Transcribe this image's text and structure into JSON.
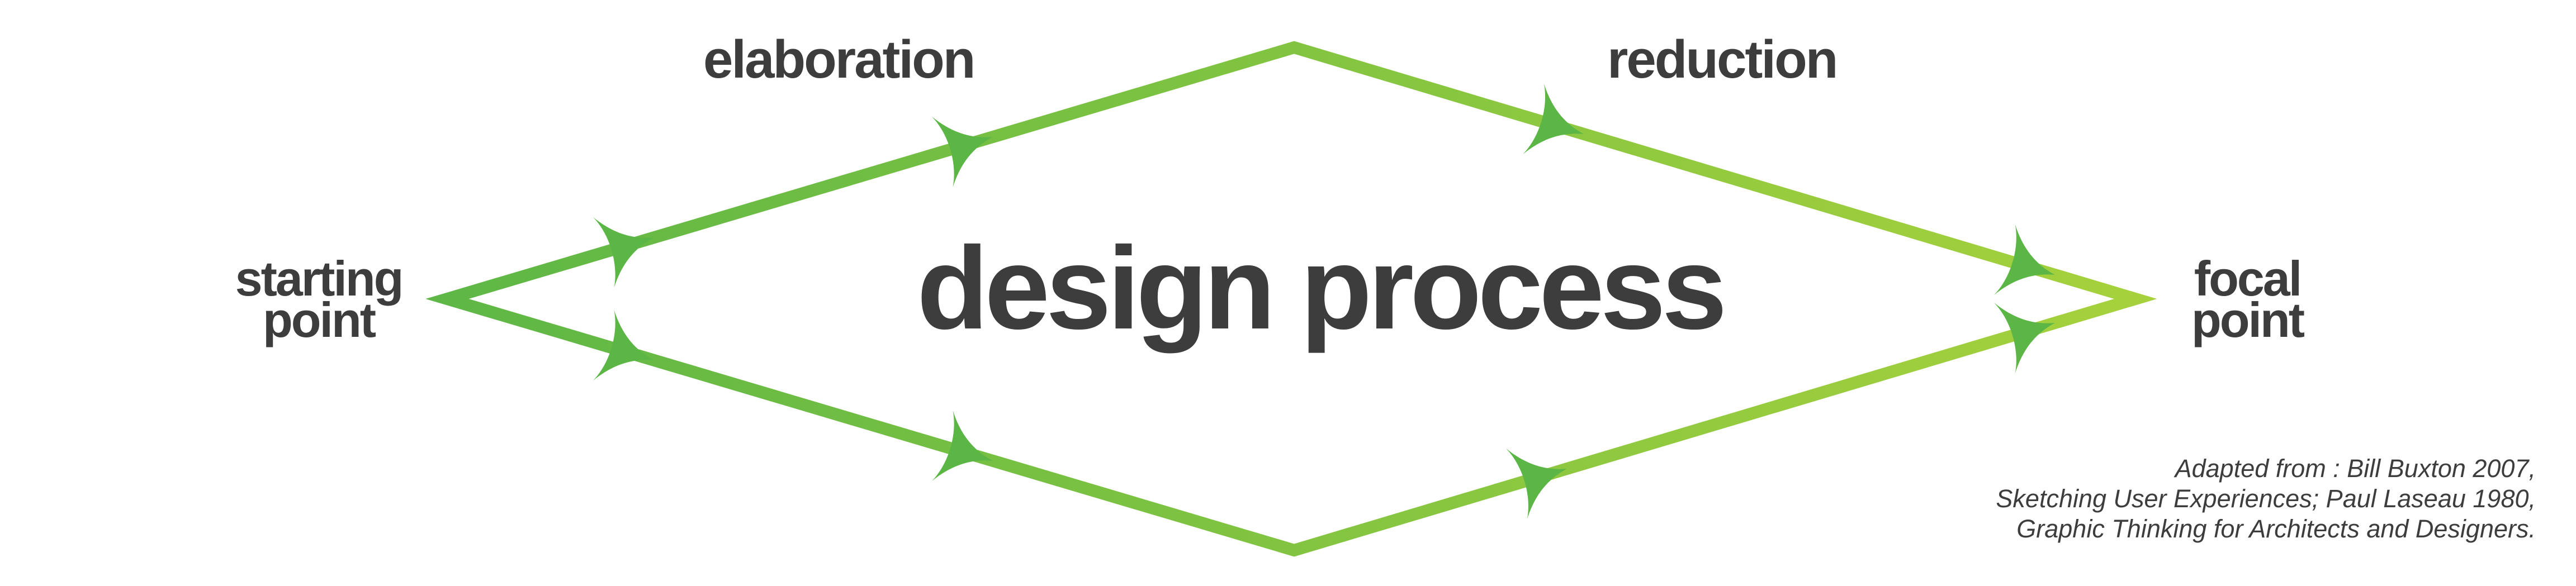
{
  "diagram": {
    "title": "design process",
    "start_label": [
      "starting",
      "point"
    ],
    "end_label": [
      "focal",
      "point"
    ],
    "upper_phase_label": "elaboration",
    "reduction_label": "reduction",
    "citation": [
      "Adapted from : Bill Buxton 2007,",
      "Sketching User Experiences; Paul Laseau 1980,",
      "Graphic Thinking for Architects and Designers."
    ]
  },
  "colors": {
    "gradient_start": "#5cb646",
    "gradient_end": "#a8d23c",
    "text": "#3d3d3d"
  }
}
